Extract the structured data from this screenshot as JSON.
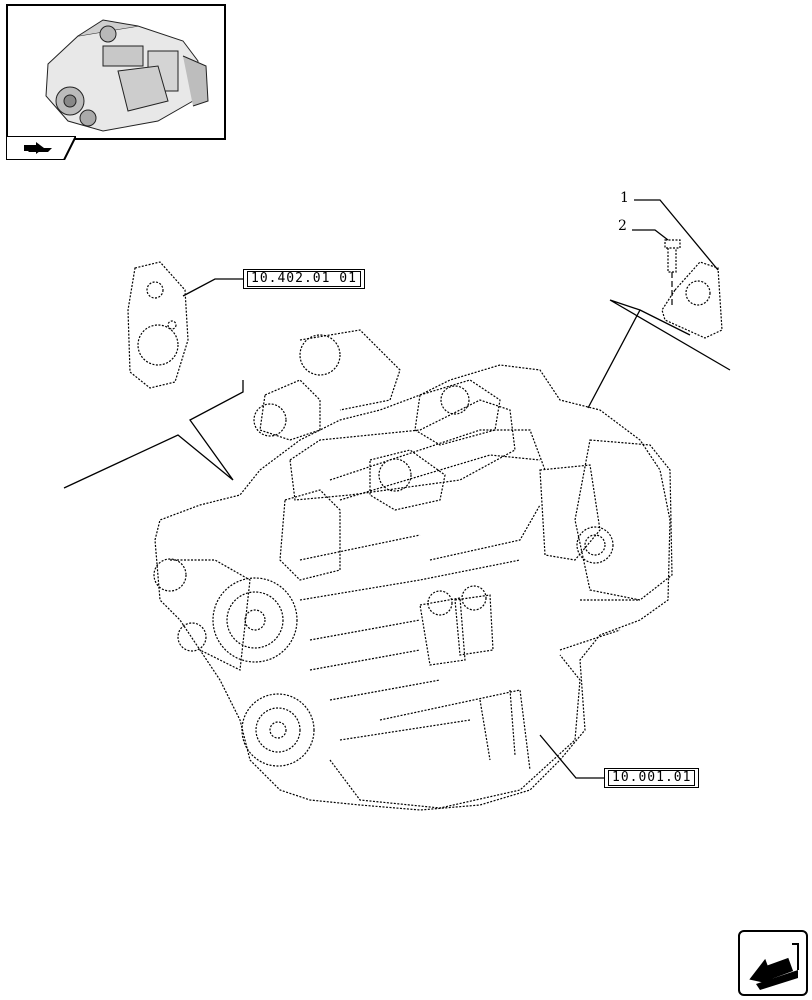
{
  "thumbnail": {
    "label": "engine-thumbnail"
  },
  "references": {
    "top_left": "10.402.01 01",
    "bottom": "10.001.01"
  },
  "callouts": {
    "item1": "1",
    "item2": "2"
  },
  "icons": {
    "nav_small": "book-arrow-icon",
    "nav_next": "next-page-arrow-icon"
  }
}
